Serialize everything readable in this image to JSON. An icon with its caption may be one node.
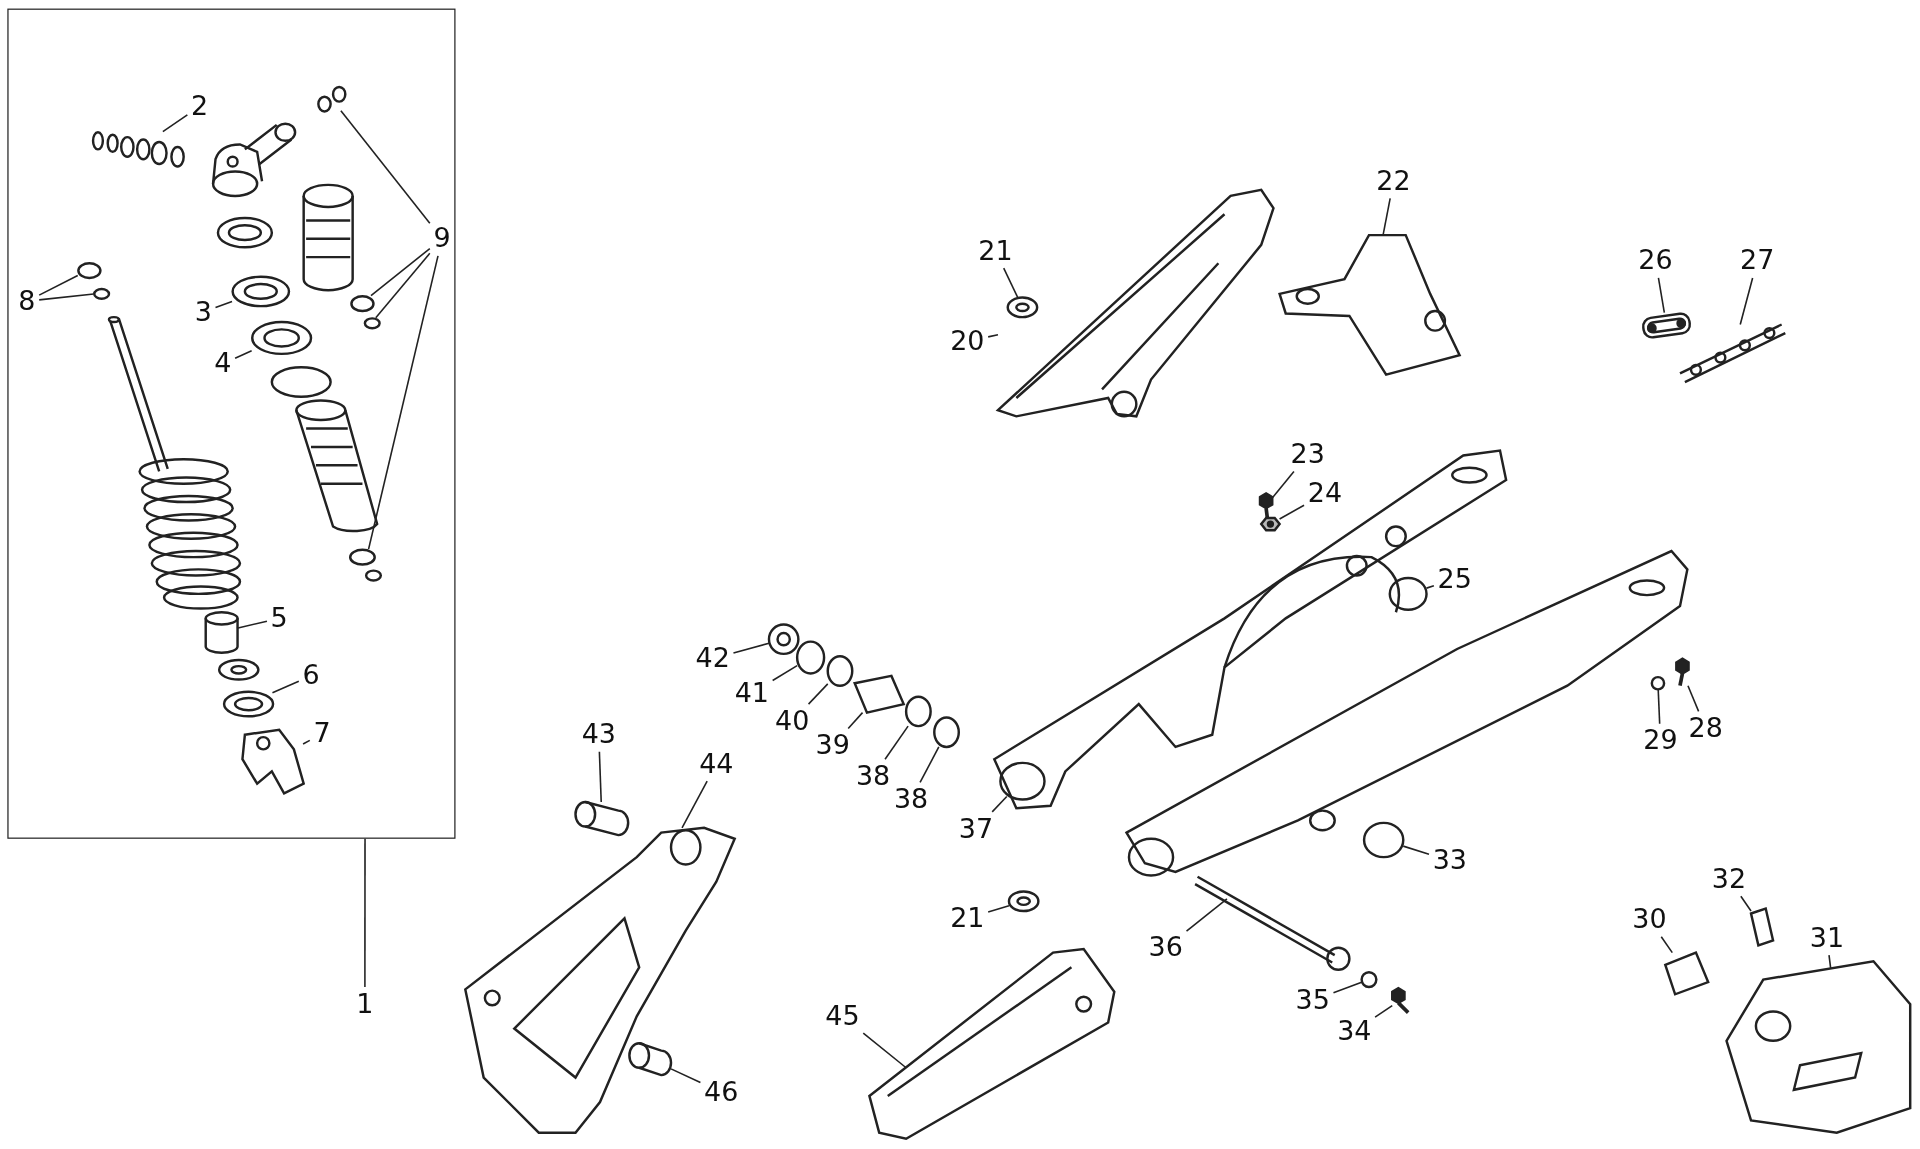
{
  "diagram": {
    "nodes": [
      {
        "text": [],
        "shape": "box"
      },
      {
        "text": [
          "2"
        ],
        "in": 0
      },
      {
        "text": [
          "9"
        ],
        "in": 0
      },
      {
        "text": [
          "8"
        ],
        "in": 0
      },
      {
        "text": [
          "3"
        ],
        "in": 0
      },
      {
        "text": [
          "4"
        ],
        "in": 0
      },
      {
        "text": [
          "5"
        ],
        "in": 0
      },
      {
        "text": [
          "6"
        ],
        "in": 0
      },
      {
        "text": [
          "7"
        ],
        "in": 0
      },
      {
        "text": [
          "22"
        ]
      },
      {
        "text": [
          "26"
        ]
      },
      {
        "text": [
          "27"
        ]
      },
      {
        "text": [
          "21"
        ]
      },
      {
        "text": [
          "20"
        ]
      },
      {
        "text": [
          "23"
        ]
      },
      {
        "text": [
          "24"
        ]
      },
      {
        "text": [
          "25"
        ]
      },
      {
        "text": [
          "42"
        ]
      },
      {
        "text": [
          "41"
        ]
      },
      {
        "text": [
          "40"
        ]
      },
      {
        "text": [
          "39"
        ]
      },
      {
        "text": [
          "28"
        ]
      },
      {
        "text": [
          "43"
        ]
      },
      {
        "text": [
          "29"
        ]
      },
      {
        "text": [
          "44"
        ]
      },
      {
        "text": [
          "38"
        ]
      },
      {
        "text": [
          "38"
        ]
      },
      {
        "text": [
          "37"
        ]
      },
      {
        "text": [
          "33"
        ]
      },
      {
        "text": [
          "1"
        ]
      },
      {
        "text": [
          "32"
        ]
      },
      {
        "text": [
          "21"
        ]
      },
      {
        "text": [
          "30"
        ]
      },
      {
        "text": [
          "36"
        ]
      },
      {
        "text": [
          "35"
        ]
      },
      {
        "text": [
          "31"
        ]
      },
      {
        "text": [
          "45"
        ]
      },
      {
        "text": [
          "34"
        ]
      },
      {
        "text": [
          "46"
        ]
      },
      {
        "text": [],
        "shape": "picture",
        "in": 0
      },
      {
        "text": [],
        "shape": "circle",
        "in": 0
      },
      {
        "text": [],
        "shape": "circle",
        "in": 0
      },
      {
        "text": [],
        "shape": "circle",
        "in": 0
      },
      {
        "text": [],
        "shape": "circle",
        "in": 0
      },
      {
        "text": [],
        "shape": "circle",
        "in": 0
      },
      {
        "text": [],
        "shape": "circle",
        "in": 0
      },
      {
        "text": [],
        "shape": "circle",
        "in": 0
      },
      {
        "text": [],
        "shape": "circle",
        "in": 0
      },
      {
        "text": [],
        "shape": "cylinder",
        "in": 0
      },
      {
        "text": [],
        "shape": "circle",
        "in": 0
      },
      {
        "text": [],
        "shape": "picture",
        "in": 0
      },
      {
        "text": [],
        "shape": "picture"
      },
      {
        "text": [],
        "shape": "picture"
      },
      {
        "text": [],
        "shape": "picture"
      },
      {
        "text": [],
        "shape": "circle"
      },
      {
        "text": [],
        "shape": "picture"
      },
      {
        "text": [],
        "shape": "box"
      },
      {
        "text": [],
        "shape": "picture"
      },
      {
        "text": [],
        "shape": "circle"
      },
      {
        "text": [],
        "shape": "circle"
      },
      {
        "text": [],
        "shape": "circle"
      },
      {
        "text": [],
        "shape": "circle"
      },
      {
        "text": [],
        "shape": "box"
      },
      {
        "text": [],
        "shape": "box"
      },
      {
        "text": [],
        "shape": "cylinder"
      },
      {
        "text": [],
        "shape": "circle"
      },
      {
        "text": [],
        "shape": "picture"
      },
      {
        "text": [],
        "shape": "circle"
      },
      {
        "text": [],
        "shape": "circle"
      },
      {
        "text": [],
        "shape": "picture"
      },
      {
        "text": [],
        "shape": "circle"
      },
      {
        "text": [],
        "shape": "box"
      },
      {
        "text": [],
        "shape": "circle"
      },
      {
        "text": [],
        "shape": "box"
      },
      {
        "text": [],
        "shape": "picture"
      },
      {
        "text": [],
        "shape": "circle"
      },
      {
        "text": [],
        "shape": "picture"
      },
      {
        "text": [],
        "shape": "picture"
      },
      {
        "text": [],
        "shape": "picture"
      },
      {
        "text": [],
        "shape": "cylinder"
      }
    ],
    "edges": [
      {
        "from": 1,
        "to": 39,
        "arrow": "none"
      },
      {
        "from": 2,
        "to": 40,
        "arrow": "none"
      },
      {
        "from": 2,
        "to": 41,
        "arrow": "none"
      },
      {
        "from": 2,
        "to": 42,
        "arrow": "none"
      },
      {
        "from": 2,
        "to": 43,
        "arrow": "none"
      },
      {
        "from": 3,
        "to": 44,
        "arrow": "none"
      },
      {
        "from": 3,
        "to": 45,
        "arrow": "none"
      },
      {
        "from": 4,
        "to": 46,
        "arrow": "none"
      },
      {
        "from": 5,
        "to": 47,
        "arrow": "none"
      },
      {
        "from": 6,
        "to": 48,
        "arrow": "none"
      },
      {
        "from": 7,
        "to": 49,
        "arrow": "none"
      },
      {
        "from": 8,
        "to": 50,
        "arrow": "none"
      },
      {
        "from": 9,
        "to": 51,
        "arrow": "none"
      },
      {
        "from": 10,
        "to": 52,
        "arrow": "none"
      },
      {
        "from": 11,
        "to": 53,
        "arrow": "none"
      },
      {
        "from": 12,
        "to": 54,
        "arrow": "none"
      },
      {
        "from": 13,
        "to": 55,
        "arrow": "none"
      },
      {
        "from": 14,
        "to": 56,
        "arrow": "none"
      },
      {
        "from": 15,
        "to": 57,
        "arrow": "none"
      },
      {
        "from": 16,
        "to": 58,
        "arrow": "none"
      },
      {
        "from": 17,
        "to": 59,
        "arrow": "none"
      },
      {
        "from": 18,
        "to": 60,
        "arrow": "none"
      },
      {
        "from": 19,
        "to": 61,
        "arrow": "none"
      },
      {
        "from": 20,
        "to": 62,
        "arrow": "none"
      },
      {
        "from": 21,
        "to": 63,
        "arrow": "none"
      },
      {
        "from": 22,
        "to": 64,
        "arrow": "none"
      },
      {
        "from": 23,
        "to": 65,
        "arrow": "none"
      },
      {
        "from": 24,
        "to": 66,
        "arrow": "none"
      },
      {
        "from": 25,
        "to": 67,
        "arrow": "none"
      },
      {
        "from": 26,
        "to": 68,
        "arrow": "none"
      },
      {
        "from": 27,
        "to": 69,
        "arrow": "none"
      },
      {
        "from": 28,
        "to": 70,
        "arrow": "none"
      },
      {
        "from": 29,
        "to": 0,
        "arrow": "none"
      },
      {
        "from": 30,
        "to": 71,
        "arrow": "none"
      },
      {
        "from": 31,
        "to": 72,
        "arrow": "none"
      },
      {
        "from": 32,
        "to": 73,
        "arrow": "none"
      },
      {
        "from": 33,
        "to": 74,
        "arrow": "none"
      },
      {
        "from": 34,
        "to": 75,
        "arrow": "none"
      },
      {
        "from": 35,
        "to": 76,
        "arrow": "none"
      },
      {
        "from": 36,
        "to": 77,
        "arrow": "none"
      },
      {
        "from": 37,
        "to": 78,
        "arrow": "none"
      },
      {
        "from": 38,
        "to": 79,
        "arrow": "none"
      }
    ]
  }
}
